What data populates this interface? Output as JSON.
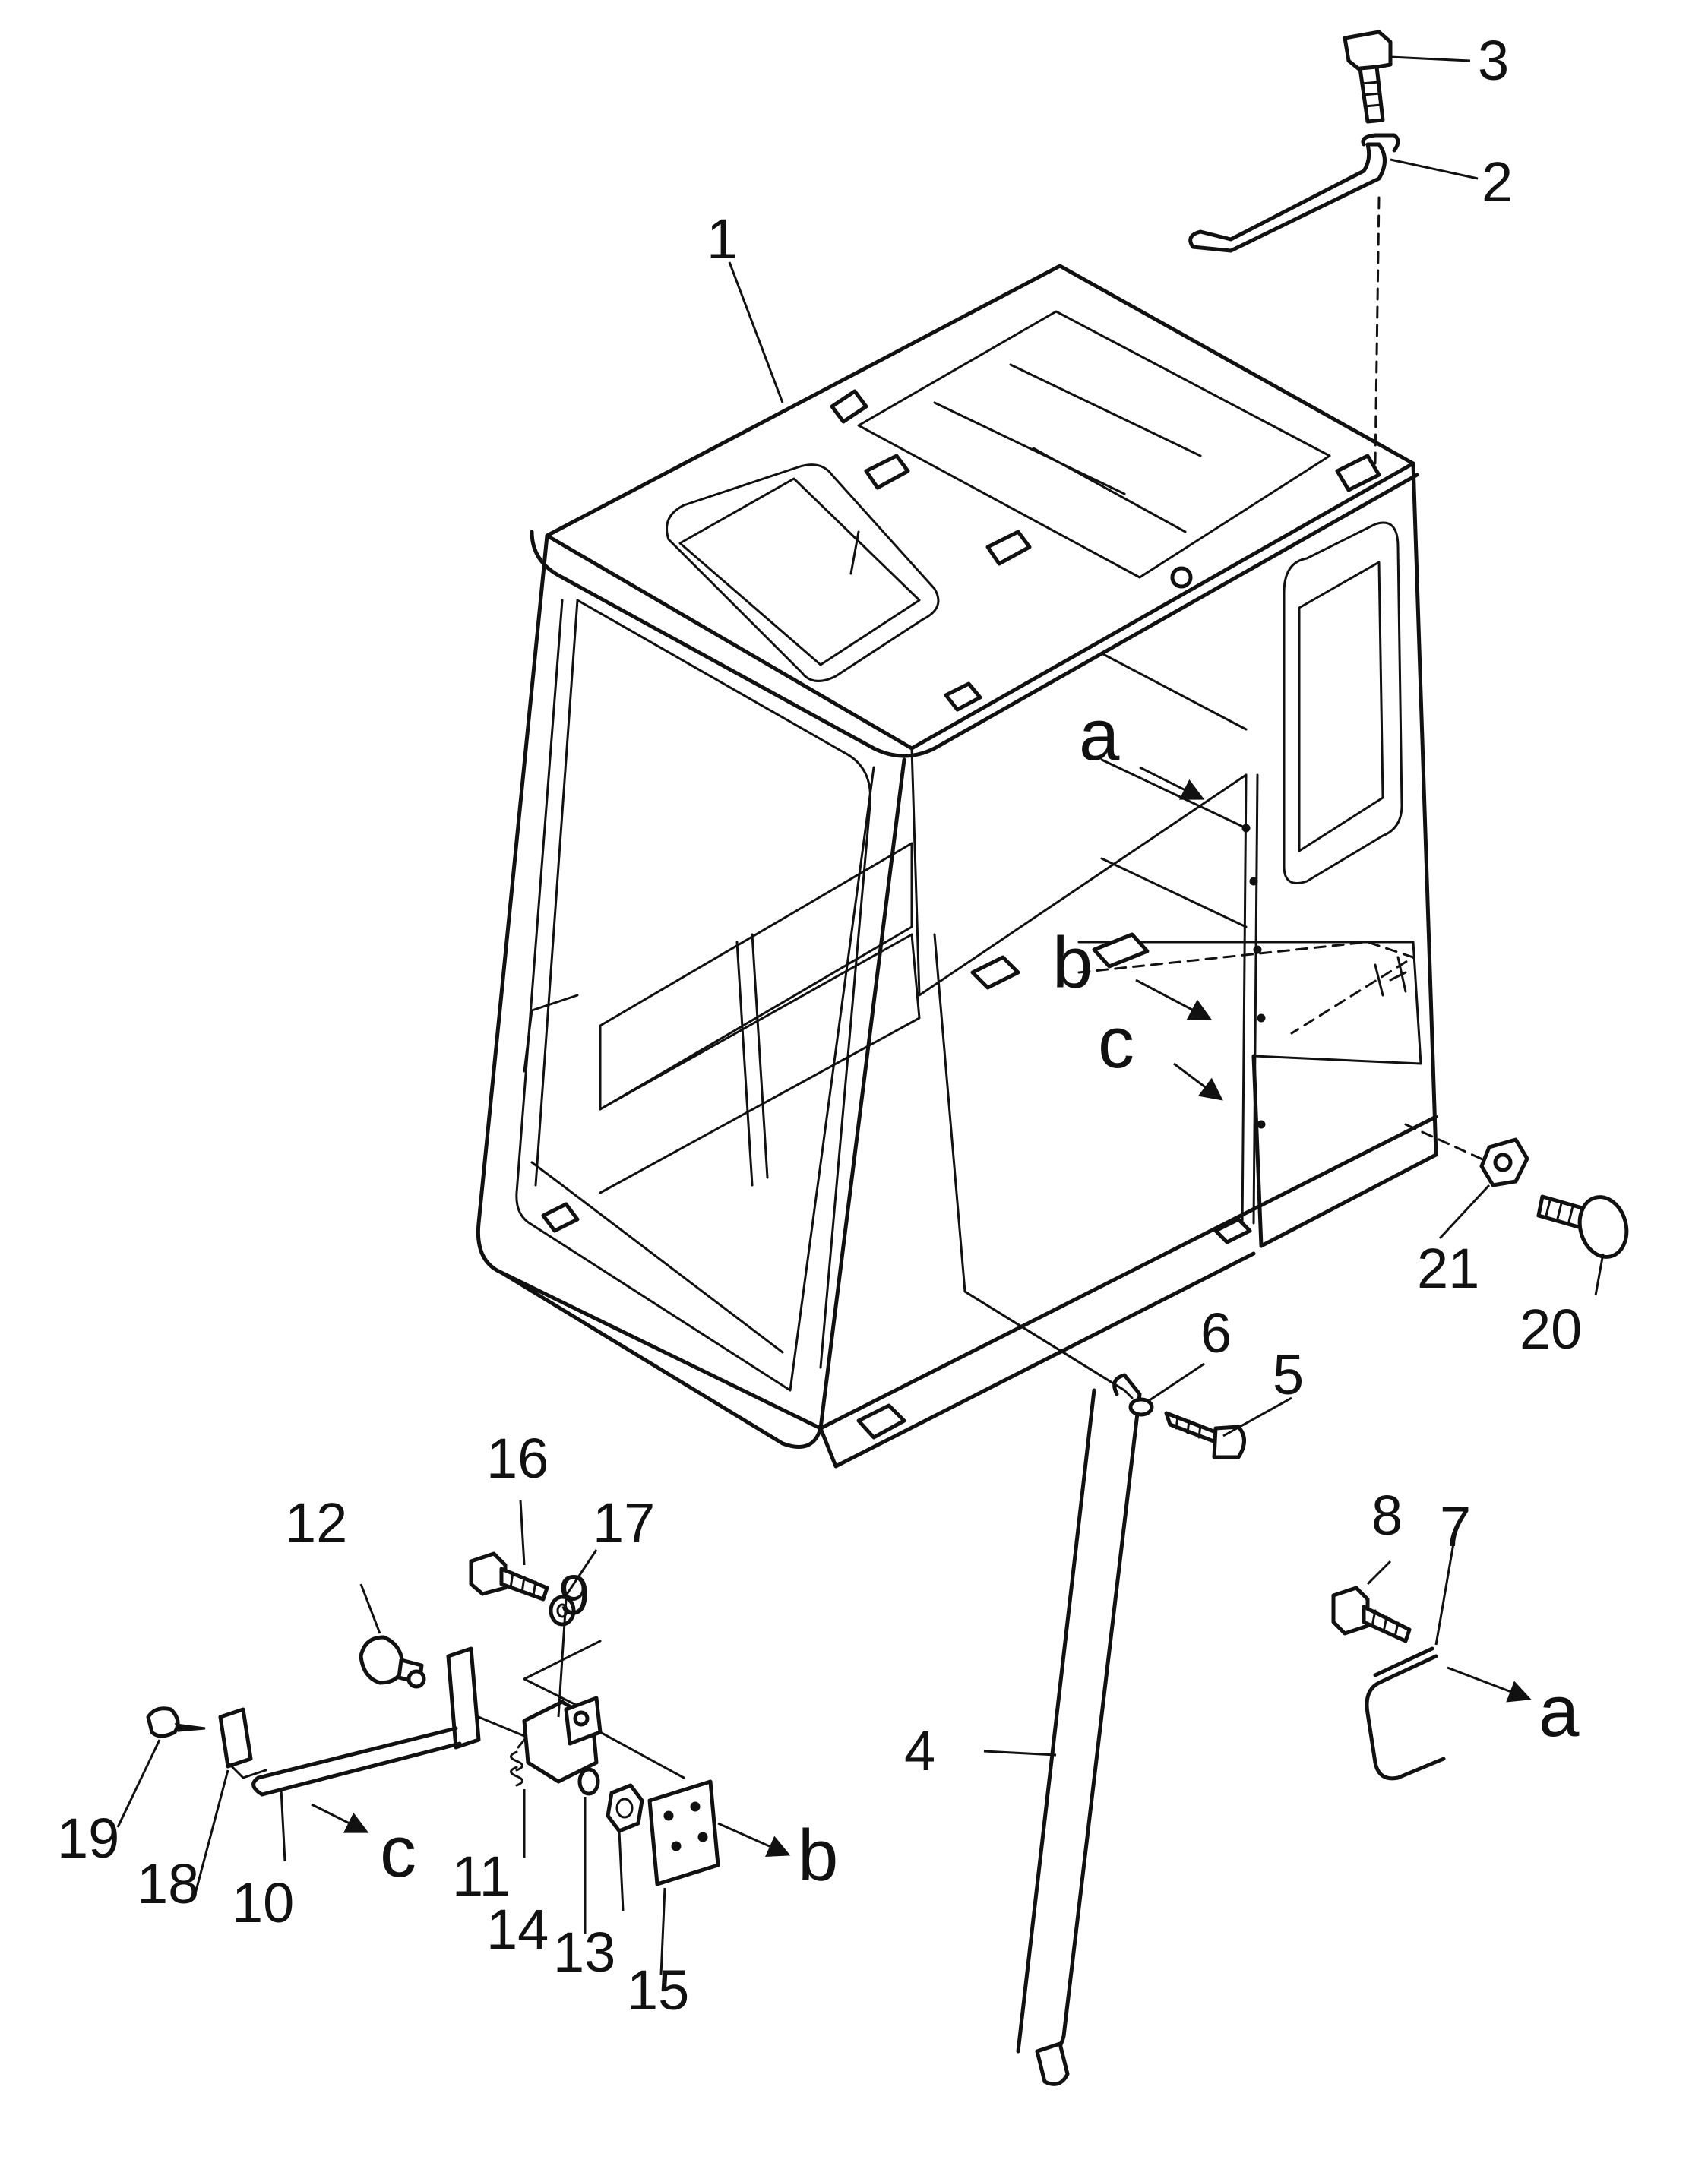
{
  "callouts": {
    "c1": "1",
    "c2": "2",
    "c3": "3",
    "c4": "4",
    "c5": "5",
    "c6": "6",
    "c7": "7",
    "c8": "8",
    "c9": "9",
    "c10": "10",
    "c11": "11",
    "c12": "12",
    "c13": "13",
    "c14": "14",
    "c15": "15",
    "c16": "16",
    "c17": "17",
    "c18": "18",
    "c19": "19",
    "c20": "20",
    "c21": "21"
  },
  "references": {
    "a": "a",
    "b": "b",
    "c": "c"
  }
}
